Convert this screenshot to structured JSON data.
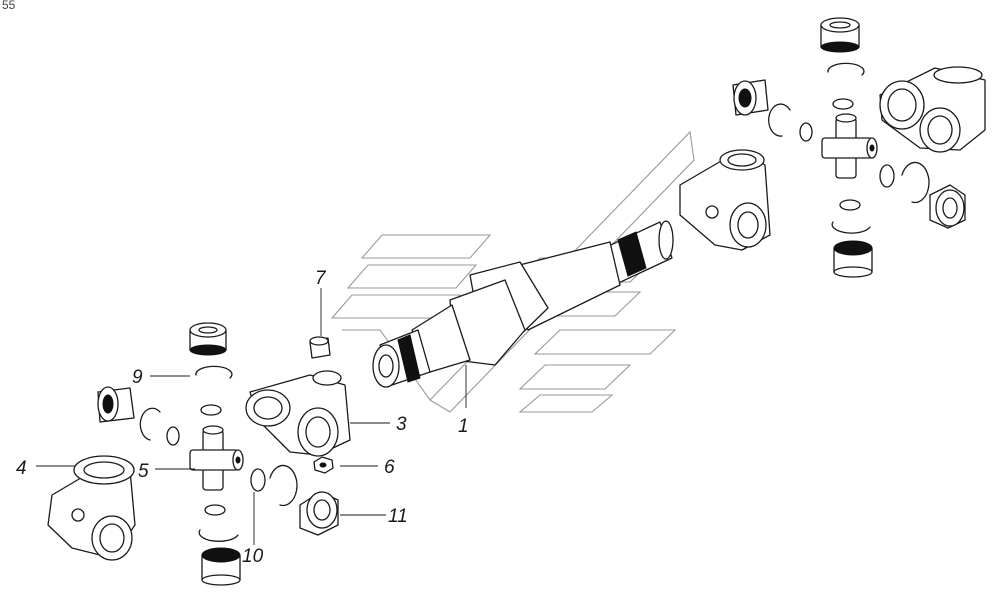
{
  "corner_text": "55",
  "callouts": {
    "c1": "1",
    "c3": "3",
    "c4": "4",
    "c5": "5",
    "c6": "6",
    "c7": "7",
    "c9": "9",
    "c10": "10",
    "c11": "11"
  },
  "colors": {
    "ink": "#1a1a1a",
    "background": "#ffffff",
    "watermark": "#9a9a9a"
  }
}
